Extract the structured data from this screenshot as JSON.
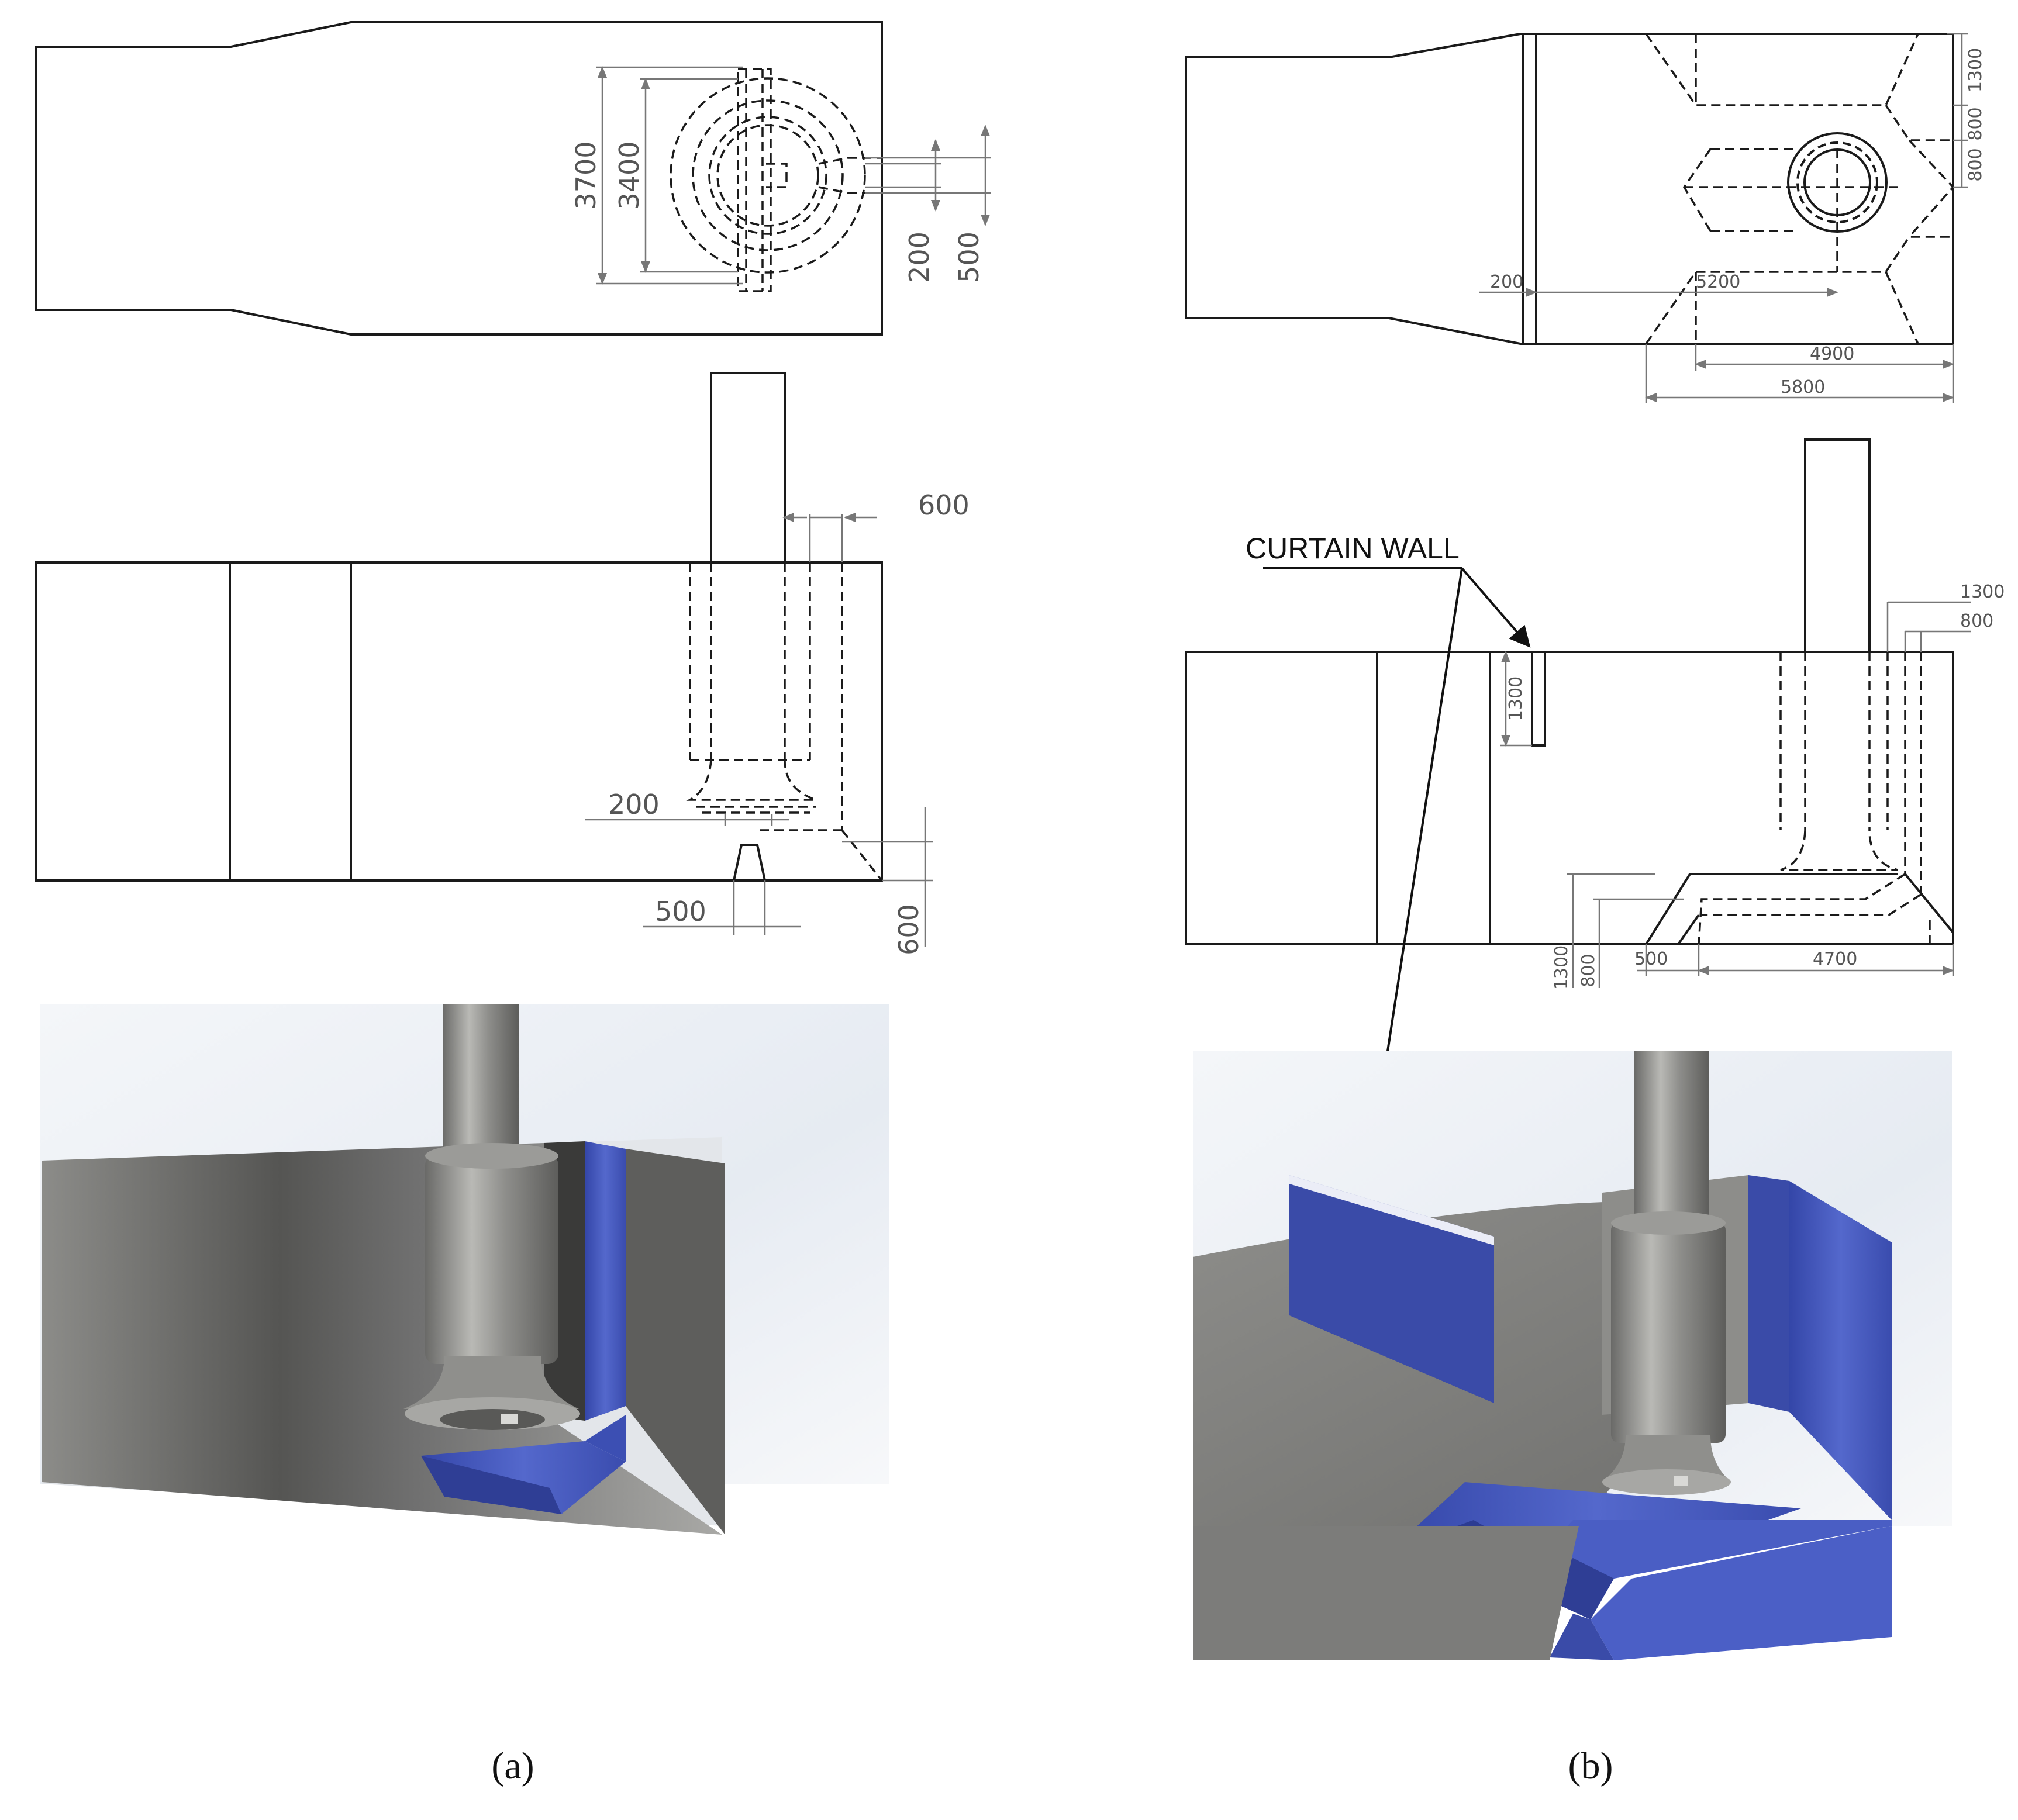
{
  "colors": {
    "line": "#1a1a1a",
    "dimension": "#777777",
    "baffle_blue": "#4a5ec4",
    "baffle_dark": "#2c3a8a",
    "grey_light": "#b5b5b1",
    "grey_dark": "#4d4d4b",
    "background_3d": "#e9edf3"
  },
  "panel_a": {
    "caption": "(a)",
    "plan_dims": {
      "d3700": "3700",
      "d3400": "3400",
      "d200": "200",
      "d500": "500"
    },
    "section_dims": {
      "d600_top": "600",
      "d200": "200",
      "d500": "500",
      "d600_side": "600"
    }
  },
  "panel_b": {
    "caption": "(b)",
    "callout": "CURTAIN WALL",
    "plan_dims": {
      "d1300": "1300",
      "d800a": "800",
      "d800b": "800",
      "d200": "200",
      "d5200": "5200",
      "d4900": "4900",
      "d5800": "5800"
    },
    "section_dims": {
      "d1300_top": "1300",
      "d800_top": "800",
      "d1300_wall": "1300",
      "d1300_bottom": "1300",
      "d800_bottom": "800",
      "d500": "500",
      "d4700": "4700"
    }
  }
}
